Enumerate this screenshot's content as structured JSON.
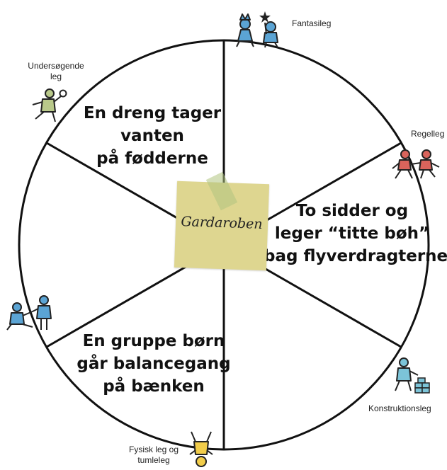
{
  "center": {
    "label": "Gardaroben"
  },
  "segments": {
    "top": [
      "En dreng tager",
      "vanten",
      "på fødderne"
    ],
    "right": [
      "To sidder og",
      "leger “titte bøh”",
      "bag flyverdragterne"
    ],
    "bottom": [
      "En gruppe børn",
      "går balancegang",
      "på bænken"
    ]
  },
  "play_types": {
    "fantasi": "Fantasileg",
    "regel": "Regelleg",
    "undersog": [
      "Undersøgende",
      "leg"
    ],
    "konstruktion": "Konstruktionsleg",
    "fysisk": [
      "Fysisk leg og",
      "tumleleg"
    ]
  },
  "icons": {
    "fantasi": "two-children-playing-wizard-icon",
    "regel": "two-children-running-icon",
    "undersog": "child-with-magnifier-icon",
    "social": "two-children-sitting-icon",
    "konstruktion": "child-building-blocks-icon",
    "fysisk": "child-tumbling-icon"
  },
  "colors": {
    "note": "#ded690",
    "tape": "#b0c480",
    "figure_blue": "#5ba4d4",
    "figure_red": "#d9645c",
    "figure_green": "#b9c98a",
    "figure_yellow": "#f2cd4a"
  }
}
